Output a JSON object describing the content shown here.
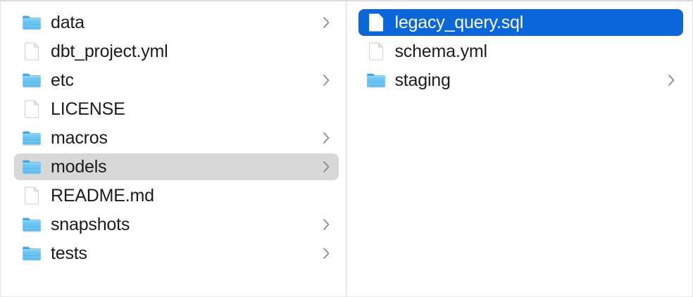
{
  "window": {
    "view_mode": "column-view",
    "accent_color": "#0b66d9",
    "inactive_selection_color": "#d8d8d8",
    "text_color": "#1c1c1e",
    "folder_icon_color": "#58b6ec",
    "divider_color": "#d7d7d7"
  },
  "columns": [
    {
      "name": "parent-column",
      "items": [
        {
          "label": "data",
          "icon": "folder-icon",
          "kind": "folder",
          "chevron": true,
          "selected": false,
          "selection_state": "none"
        },
        {
          "label": "dbt_project.yml",
          "icon": "document-icon",
          "kind": "file",
          "chevron": false,
          "selected": false,
          "selection_state": "none"
        },
        {
          "label": "etc",
          "icon": "folder-icon",
          "kind": "folder",
          "chevron": true,
          "selected": false,
          "selection_state": "none"
        },
        {
          "label": "LICENSE",
          "icon": "document-icon",
          "kind": "file",
          "chevron": false,
          "selected": false,
          "selection_state": "none"
        },
        {
          "label": "macros",
          "icon": "folder-icon",
          "kind": "folder",
          "chevron": true,
          "selected": false,
          "selection_state": "none"
        },
        {
          "label": "models",
          "icon": "folder-icon",
          "kind": "folder",
          "chevron": true,
          "selected": true,
          "selection_state": "inactive"
        },
        {
          "label": "README.md",
          "icon": "document-icon",
          "kind": "file",
          "chevron": false,
          "selected": false,
          "selection_state": "none"
        },
        {
          "label": "snapshots",
          "icon": "folder-icon",
          "kind": "folder",
          "chevron": true,
          "selected": false,
          "selection_state": "none"
        },
        {
          "label": "tests",
          "icon": "folder-icon",
          "kind": "folder",
          "chevron": true,
          "selected": false,
          "selection_state": "none"
        }
      ]
    },
    {
      "name": "child-column",
      "items": [
        {
          "label": "legacy_query.sql",
          "icon": "document-icon",
          "kind": "file",
          "chevron": false,
          "selected": true,
          "selection_state": "active"
        },
        {
          "label": "schema.yml",
          "icon": "document-icon",
          "kind": "file",
          "chevron": false,
          "selected": false,
          "selection_state": "none"
        },
        {
          "label": "staging",
          "icon": "folder-icon",
          "kind": "folder",
          "chevron": true,
          "selected": false,
          "selection_state": "none"
        }
      ]
    }
  ]
}
